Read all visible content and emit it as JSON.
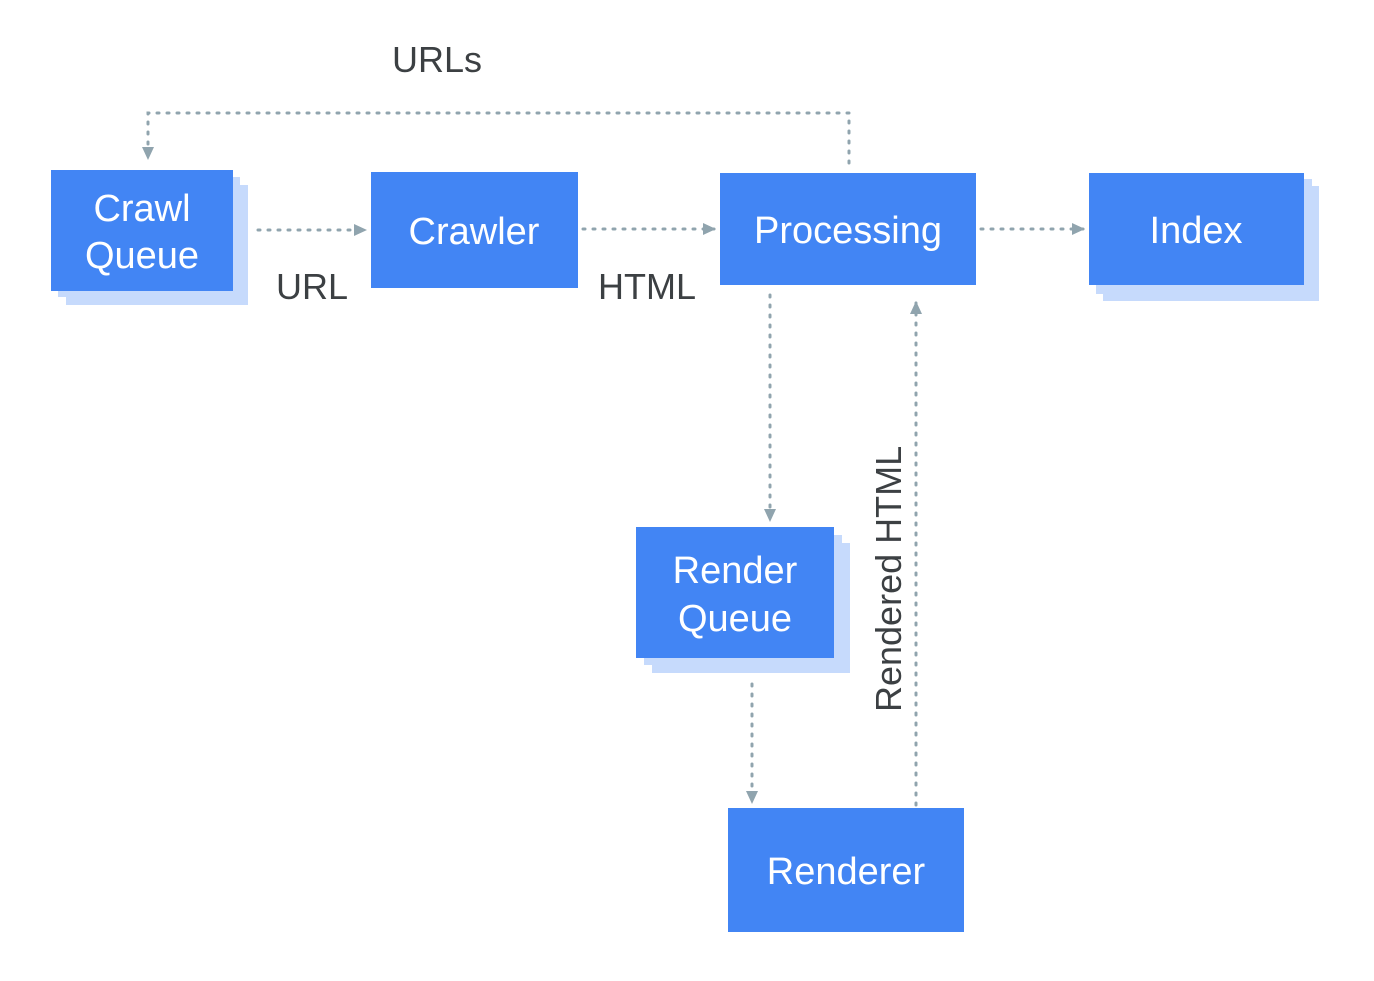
{
  "colors": {
    "node_fill": "#4285f4",
    "node_shadow": "#c6dafc",
    "edge_color": "#90a4ae",
    "label_color": "#3c4043"
  },
  "nodes": {
    "crawl_queue": {
      "line1": "Crawl",
      "line2": "Queue"
    },
    "crawler": {
      "label": "Crawler"
    },
    "processing": {
      "label": "Processing"
    },
    "index": {
      "label": "Index"
    },
    "render_queue": {
      "line1": "Render",
      "line2": "Queue"
    },
    "renderer": {
      "label": "Renderer"
    }
  },
  "edges": {
    "urls": {
      "label": "URLs",
      "from": "Processing",
      "to": "Crawl Queue"
    },
    "url": {
      "label": "URL",
      "from": "Crawl Queue",
      "to": "Crawler"
    },
    "html": {
      "label": "HTML",
      "from": "Crawler",
      "to": "Processing"
    },
    "to_index": {
      "label": "",
      "from": "Processing",
      "to": "Index"
    },
    "to_render_queue": {
      "label": "",
      "from": "Processing",
      "to": "Render Queue"
    },
    "to_renderer": {
      "label": "",
      "from": "Render Queue",
      "to": "Renderer"
    },
    "rendered_html": {
      "label": "Rendered HTML",
      "from": "Renderer",
      "to": "Processing"
    }
  }
}
